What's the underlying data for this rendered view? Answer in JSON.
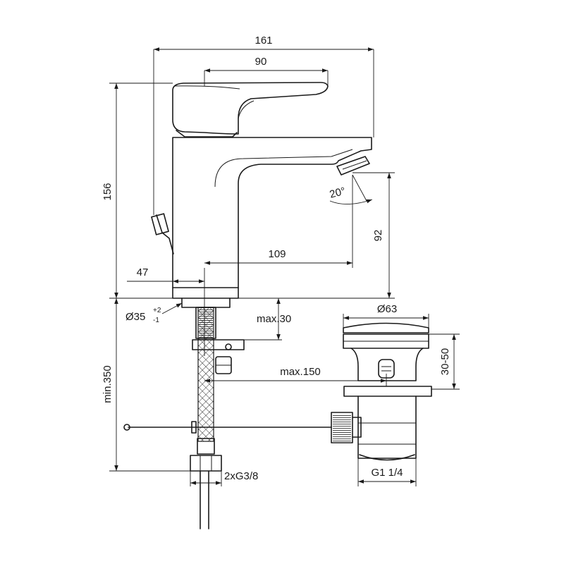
{
  "dimensions": {
    "overall_length": "161",
    "lever_length": "90",
    "overall_height": "156",
    "spout_angle": "20°",
    "spout_height": "92",
    "spout_reach": "109",
    "inlet_offset": "47",
    "hole_diameter": "Ø35",
    "hole_tol_plus": "+2",
    "hole_tol_minus": "-1",
    "deck_thickness": "max.30",
    "under_height": "min.350",
    "rod_reach": "max.150",
    "waste_diameter": "Ø63",
    "waste_depth": "30-50",
    "waste_thread": "G1 1/4",
    "hose_connection": "2xG3/8"
  }
}
